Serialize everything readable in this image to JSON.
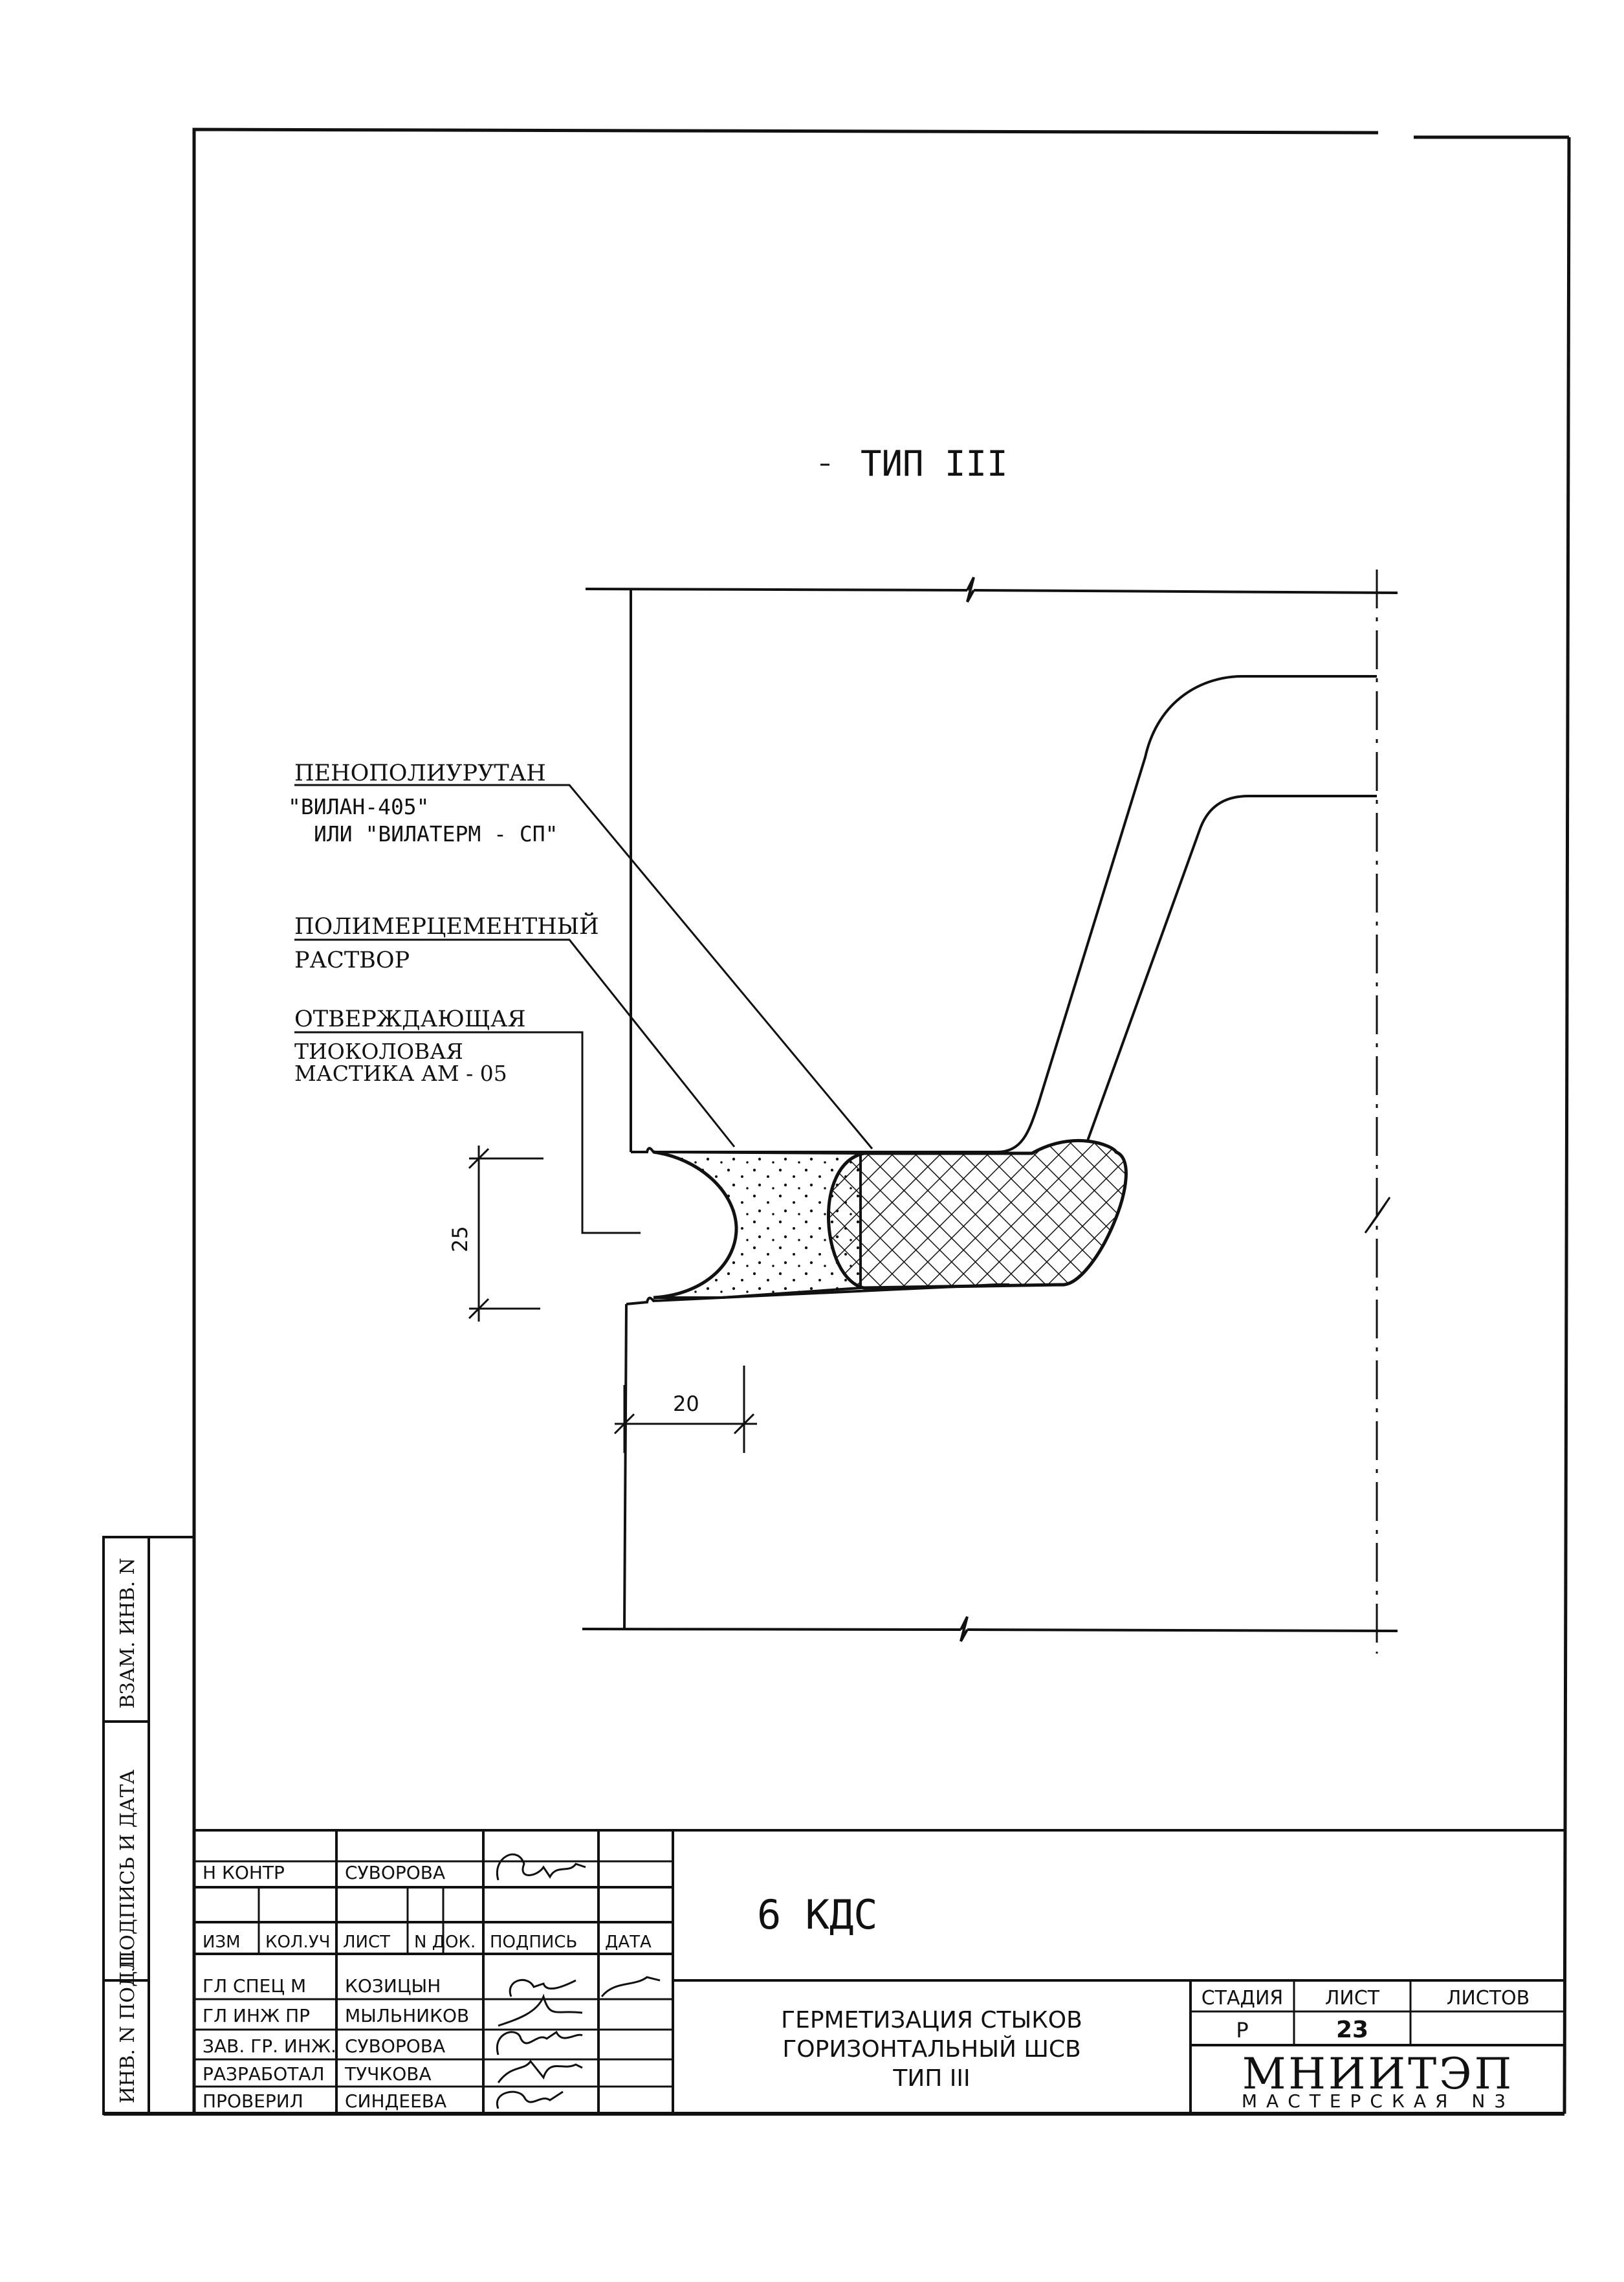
{
  "drawing": {
    "title": "ТИП III",
    "callouts": {
      "foam": [
        "ПЕНОПОЛИУРУТАН",
        "\"ВИЛАН-405\"",
        "ИЛИ \"ВИЛАТЕРМ - СП\""
      ],
      "mortar": [
        "ПОЛИМЕРЦЕМЕНТНЫЙ",
        "РАСТВОР"
      ],
      "mastic": [
        "ОТВЕРЖДАЮЩАЯ",
        "ТИОКОЛОВАЯ",
        "МАСТИКА АМ - 05"
      ]
    },
    "dimensions": {
      "vertical": "25",
      "horizontal": "20"
    }
  },
  "side_stamp": {
    "cells": [
      "ИНВ. N ПОДЛ.",
      "ПОДПИСЬ И ДАТА",
      "ВЗАМ. ИНВ. N"
    ]
  },
  "title_block": {
    "rows_top": [
      {
        "role": "Н КОНТР",
        "name": "СУВОРОВА"
      }
    ],
    "header": [
      "ИЗМ",
      "КОЛ.УЧ",
      "ЛИСТ",
      "N ДОК.",
      "ПОДПИСЬ",
      "ДАТА"
    ],
    "rows_bottom": [
      {
        "role": "ГЛ СПЕЦ М",
        "name": "КОЗИЦЫН"
      },
      {
        "role": "ГЛ ИНЖ ПР",
        "name": "МЫЛЬНИКОВ"
      },
      {
        "role": "ЗАВ. ГР. ИНЖ.",
        "name": "СУВОРОВА"
      },
      {
        "role": "РАЗРАБОТАЛ",
        "name": "ТУЧКОВА"
      },
      {
        "role": "ПРОВЕРИЛ",
        "name": "СИНДЕЕВА"
      }
    ],
    "code": "6 КДС",
    "description": [
      "ГЕРМЕТИЗАЦИЯ СТЫКОВ",
      "ГОРИЗОНТАЛЬНЫЙ ШСВ",
      "ТИП III"
    ],
    "stage_headers": [
      "СТАДИЯ",
      "ЛИСТ",
      "ЛИСТОВ"
    ],
    "stage_values": [
      "Р",
      "23",
      ""
    ],
    "org": "МНИИТЭП",
    "workshop": "МАСТЕРСКАЯ N3"
  }
}
